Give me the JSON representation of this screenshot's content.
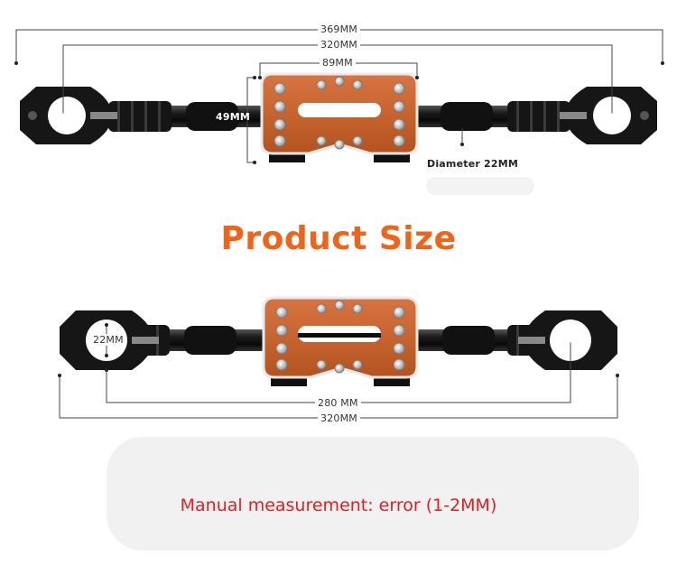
{
  "dims": {
    "overall": "369MM",
    "clamp_span_top": "320MM",
    "center_width": "89MM",
    "center_height": "49MM",
    "diameter": "Diameter 22MM",
    "clamp_inner": "22MM",
    "clamp_to_clamp": "280 MM",
    "clamp_span_bottom": "320MM"
  },
  "title": "Product Size",
  "note": "Manual measurement: error (1-2MM)",
  "colors": {
    "title": "#f0641a",
    "note": "#e02020",
    "bar_metal": "#1c1c1c",
    "center_block": "#c8602c",
    "dimension_line": "#444444"
  }
}
